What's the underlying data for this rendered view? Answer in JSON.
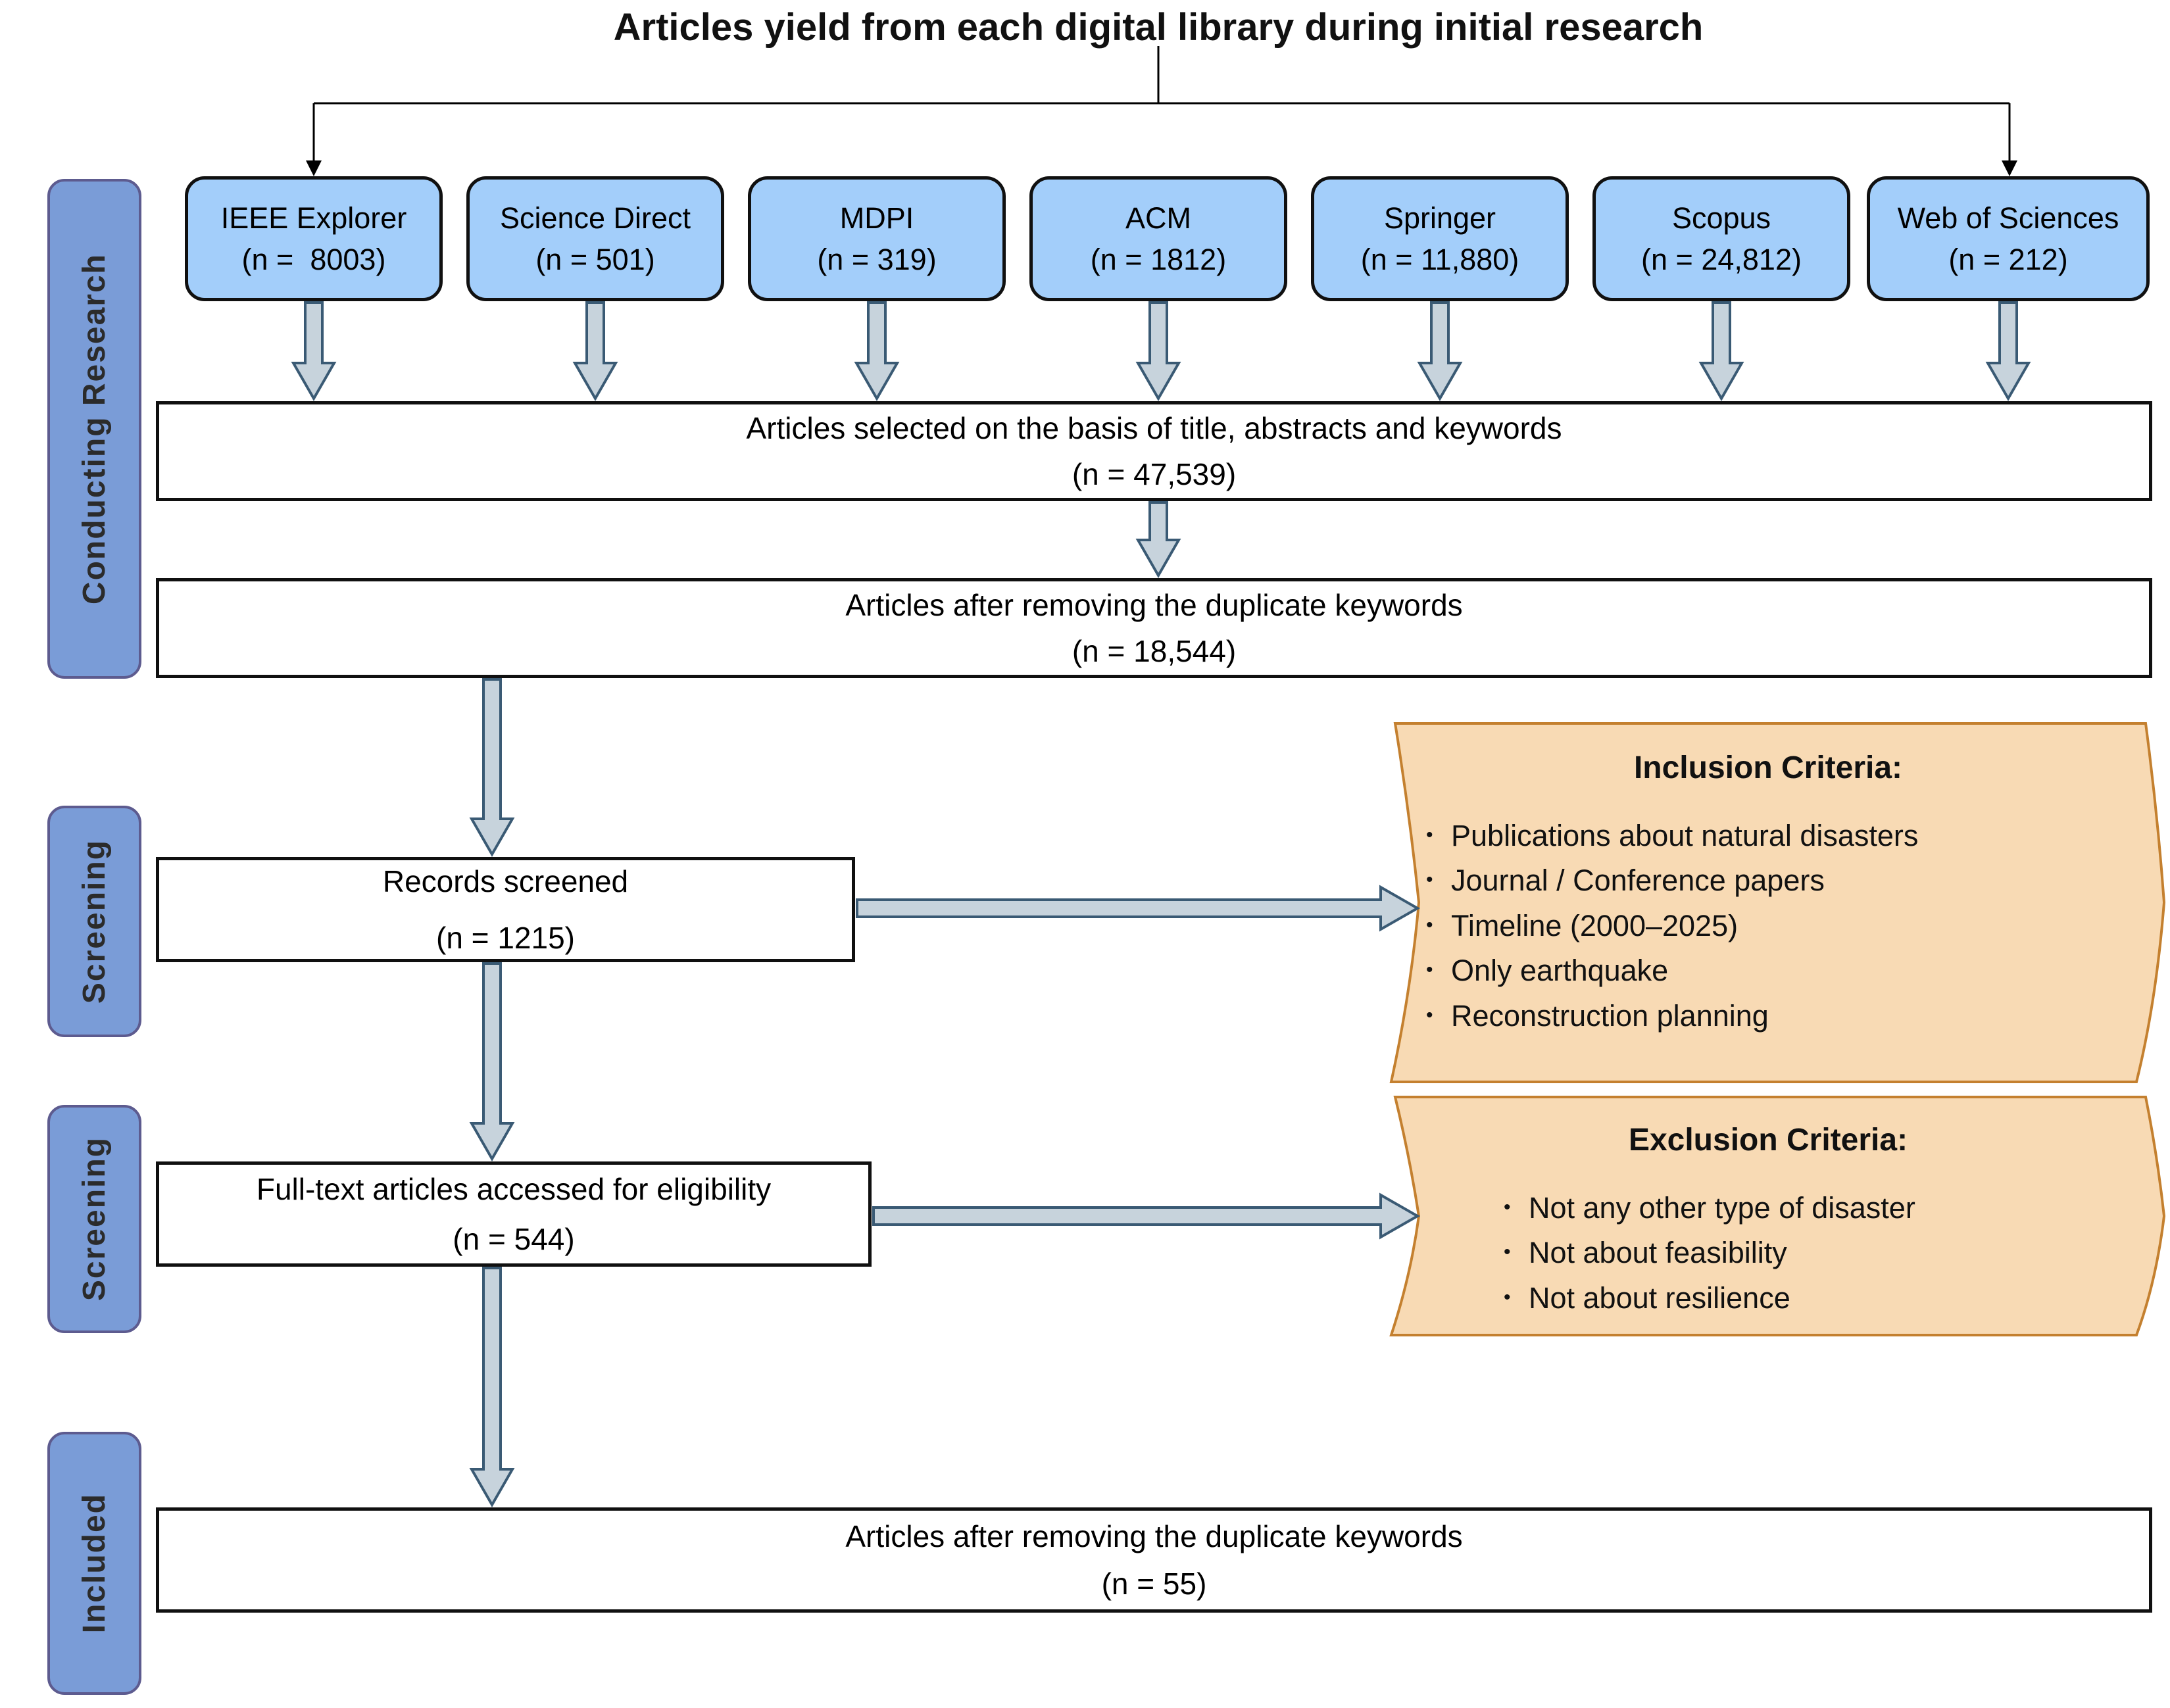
{
  "title": "Articles yield from each digital library during initial research",
  "stages": [
    {
      "label": "Conducting Research"
    },
    {
      "label": "Screening"
    },
    {
      "label": "Screening"
    },
    {
      "label": "Included"
    }
  ],
  "sources": [
    {
      "name": "IEEE Explorer",
      "count": "(n =  8003)"
    },
    {
      "name": "Science Direct",
      "count": "(n = 501)"
    },
    {
      "name": "MDPI",
      "count": "(n = 319)"
    },
    {
      "name": "ACM",
      "count": "(n = 1812)"
    },
    {
      "name": "Springer",
      "count": "(n = 11,880)"
    },
    {
      "name": "Scopus",
      "count": "(n = 24,812)"
    },
    {
      "name": "Web of Sciences",
      "count": "(n = 212)"
    }
  ],
  "flow": {
    "selected": {
      "line1": "Articles selected on the basis of title, abstracts and keywords",
      "line2": "(n = 47,539)"
    },
    "dedup": {
      "line1": "Articles after removing the duplicate keywords",
      "line2": "(n = 18,544)"
    },
    "screened": {
      "line1": "Records screened",
      "line2": "(n = 1215)"
    },
    "fulltext": {
      "line1": "Full-text articles accessed for eligibility",
      "line2": "(n = 544)"
    },
    "included": {
      "line1": "Articles after removing the duplicate keywords",
      "line2": "(n = 55)"
    }
  },
  "inclusion": {
    "title": "Inclusion Criteria:",
    "items": [
      "Publications about natural disasters",
      "Journal / Conference papers",
      "Timeline (2000–2025)",
      "Only earthquake",
      "Reconstruction planning"
    ]
  },
  "exclusion": {
    "title": "Exclusion Criteria:",
    "items": [
      "Not any other type of disaster",
      "Not about feasibility",
      "Not about resilience"
    ]
  },
  "colors": {
    "source_box_fill": "#A3CEFA",
    "stage_label_fill": "#7A9CD7",
    "stage_label_border": "#5D5B8F",
    "criteria_fill": "#F8DAB4",
    "criteria_border": "#C4802F",
    "arrow_fill": "#C7D3DC",
    "arrow_border": "#3A5A74",
    "box_border": "#101010"
  }
}
